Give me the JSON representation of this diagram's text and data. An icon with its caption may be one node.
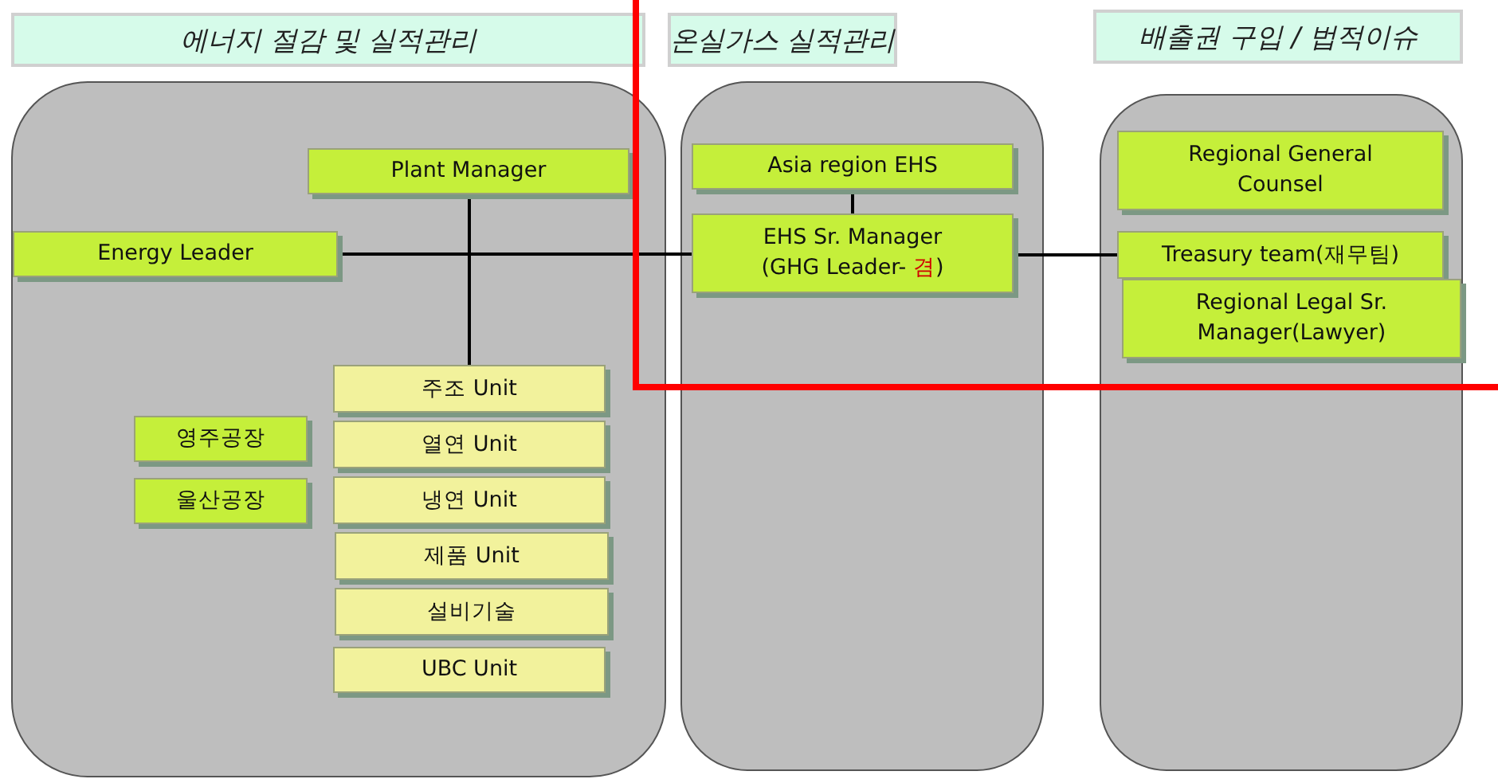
{
  "diagram": {
    "nodes": [
      {
        "text": [
          "에너지 절감 및 실적관리"
        ]
      },
      {
        "text": [
          "Plant Manager"
        ],
        "in": 0
      },
      {
        "text": [
          "Energy Leader"
        ],
        "in": 0
      },
      {
        "text": [
          "주조 Unit"
        ],
        "in": 0
      },
      {
        "text": [
          "열연 Unit"
        ],
        "in": 0
      },
      {
        "text": [
          "냉연 Unit"
        ],
        "in": 0
      },
      {
        "text": [
          "제품 Unit"
        ],
        "in": 0
      },
      {
        "text": [
          "설비기술"
        ],
        "in": 0
      },
      {
        "text": [
          "UBC Unit"
        ],
        "in": 0
      },
      {
        "text": [
          "영주공장"
        ],
        "in": 0
      },
      {
        "text": [
          "울산공장"
        ],
        "in": 0
      },
      {
        "text": [
          "온실가스 실적관리"
        ]
      },
      {
        "text": [
          "Asia region EHS"
        ],
        "in": 11
      },
      {
        "text": [
          "EHS Sr. Manager (GHG Leader- **겸**)"
        ],
        "in": 11
      },
      {
        "text": [
          "배출권 구입 / 법적이슈"
        ]
      },
      {
        "text": [
          "Regional General Counsel"
        ],
        "in": 14
      },
      {
        "text": [
          "Treasury team(재무팀)"
        ],
        "in": 14
      },
      {
        "text": [
          "Regional Legal Sr. Manager(Lawyer)"
        ],
        "in": 14
      }
    ],
    "edges": [
      {
        "from": 1,
        "to": 3,
        "arrow": "none"
      },
      {
        "from": 2,
        "to": 13,
        "arrow": "none"
      },
      {
        "from": 12,
        "to": 13,
        "arrow": "none"
      },
      {
        "from": 13,
        "to": 16,
        "arrow": "none"
      }
    ]
  }
}
